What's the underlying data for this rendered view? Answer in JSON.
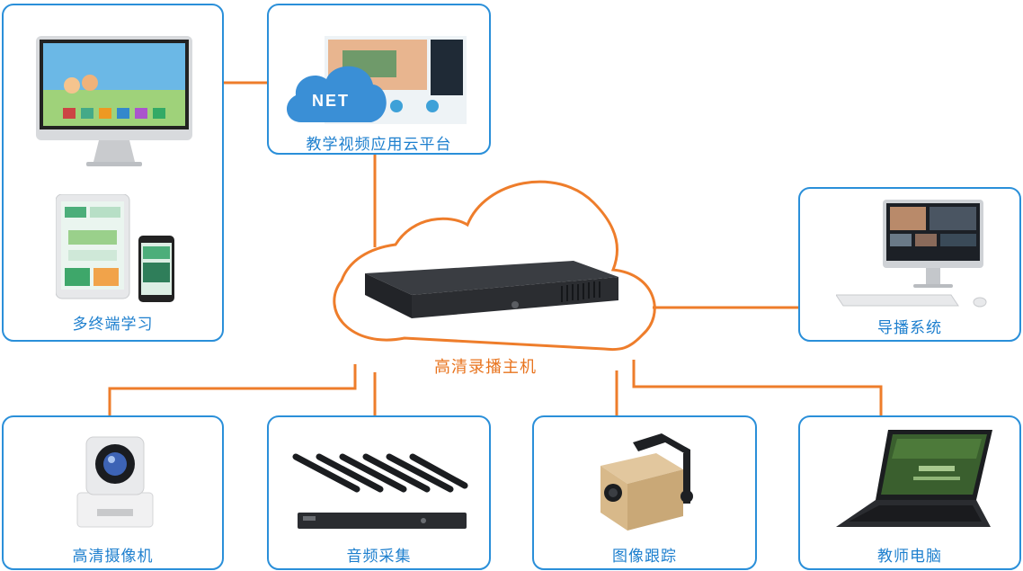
{
  "hub": {
    "label": "高清录播主机"
  },
  "nodes": {
    "multi_terminal": {
      "label": "多终端学习"
    },
    "cloud_platform": {
      "label": "教学视频应用云平台",
      "cloud_text": "NET"
    },
    "director": {
      "label": "导播系统"
    },
    "hd_camera": {
      "label": "高清摄像机"
    },
    "audio": {
      "label": "音频采集"
    },
    "tracking": {
      "label": "图像跟踪"
    },
    "teacher_pc": {
      "label": "教师电脑"
    }
  },
  "colors": {
    "line": "#ee7d2b",
    "box_border": "#2a8fd9",
    "label": "#1d7fce",
    "hub_label": "#e8741f"
  }
}
